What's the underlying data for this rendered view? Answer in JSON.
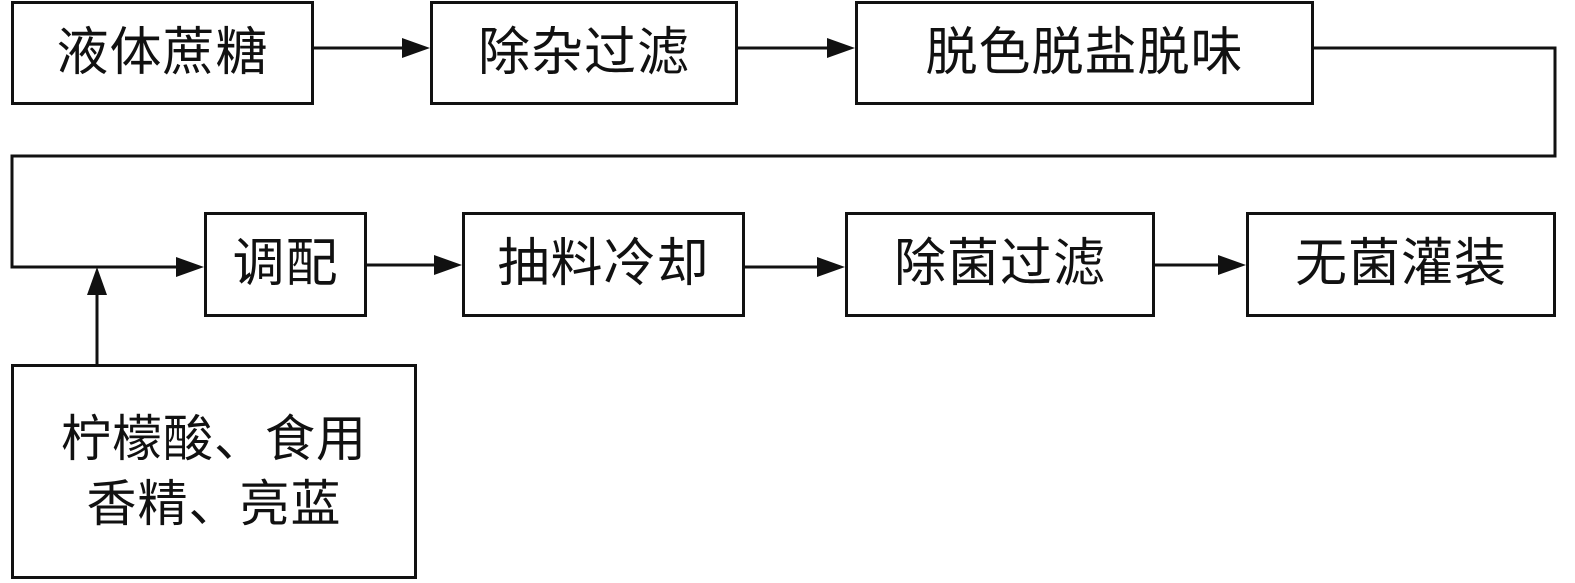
{
  "diagram": {
    "nodes": {
      "liquid_sucrose": "液体蔗糖",
      "impurity_filtration": "除杂过滤",
      "decolor_desalt_deodor": "脱色脱盐脱味",
      "blending": "调配",
      "pumping_cooling": "抽料冷却",
      "sterile_filtration": "除菌过滤",
      "aseptic_filling": "无菌灌装",
      "additives": {
        "line1": "柠檬酸、食用",
        "line2": "香精、亮蓝"
      }
    },
    "flow": [
      [
        "liquid_sucrose",
        "impurity_filtration"
      ],
      [
        "impurity_filtration",
        "decolor_desalt_deodor"
      ],
      [
        "decolor_desalt_deodor",
        "blending"
      ],
      [
        "additives",
        "blending"
      ],
      [
        "blending",
        "pumping_cooling"
      ],
      [
        "pumping_cooling",
        "sterile_filtration"
      ],
      [
        "sterile_filtration",
        "aseptic_filling"
      ]
    ]
  }
}
